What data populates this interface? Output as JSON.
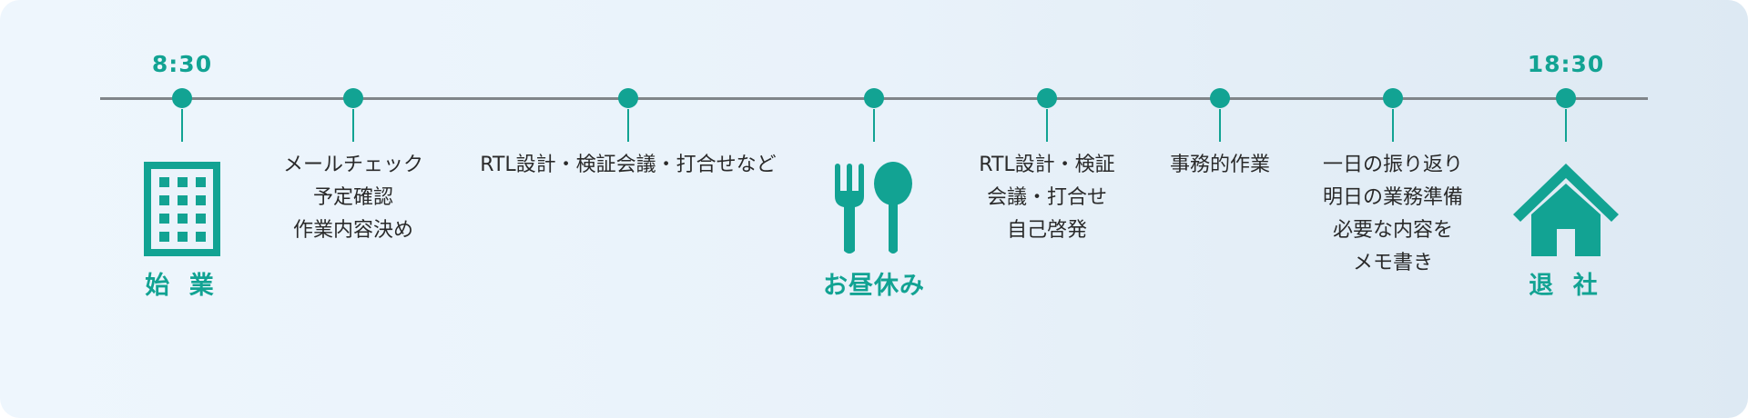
{
  "accent_color": "#12a393",
  "stops": [
    {
      "time": "8:30",
      "icon": "office-building-icon",
      "milestone": "始 業"
    },
    {
      "lines": [
        "メールチェック",
        "予定確認",
        "作業内容決め"
      ]
    },
    {
      "lines": [
        "RTL設計・検証会議・打合せなど"
      ]
    },
    {
      "icon": "fork-spoon-icon",
      "milestone": "お昼休み"
    },
    {
      "lines": [
        "RTL設計・検証",
        "会議・打合せ",
        "自己啓発"
      ]
    },
    {
      "lines": [
        "事務的作業"
      ]
    },
    {
      "lines": [
        "一日の振り返り",
        "明日の業務準備",
        "必要な内容を",
        "メモ書き"
      ]
    },
    {
      "time": "18:30",
      "icon": "house-icon",
      "milestone": "退 社"
    }
  ]
}
